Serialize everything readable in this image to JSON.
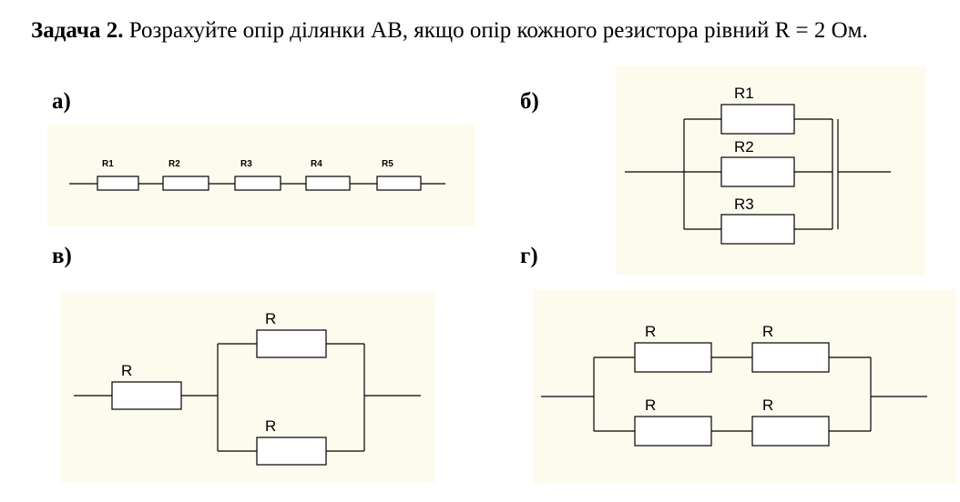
{
  "task": {
    "heading": "Задача 2.",
    "text": "Розрахуйте опір ділянки АВ, якщо опір кожного резистора рівний R = 2 Ом."
  },
  "labels": {
    "a": "а)",
    "b": "б)",
    "v": "в)",
    "g": "г)"
  },
  "circuits": {
    "a": {
      "resistors": [
        "R1",
        "R2",
        "R3",
        "R4",
        "R5"
      ]
    },
    "b": {
      "resistors": [
        "R1",
        "R2",
        "R3"
      ]
    },
    "v": {
      "resistors": [
        "R",
        "R",
        "R"
      ]
    },
    "g": {
      "resistors": [
        "R",
        "R",
        "R",
        "R"
      ]
    }
  },
  "colors": {
    "panel_bg": "#fdfbee",
    "line": "#000000",
    "resistor_fill": "#ffffff"
  }
}
